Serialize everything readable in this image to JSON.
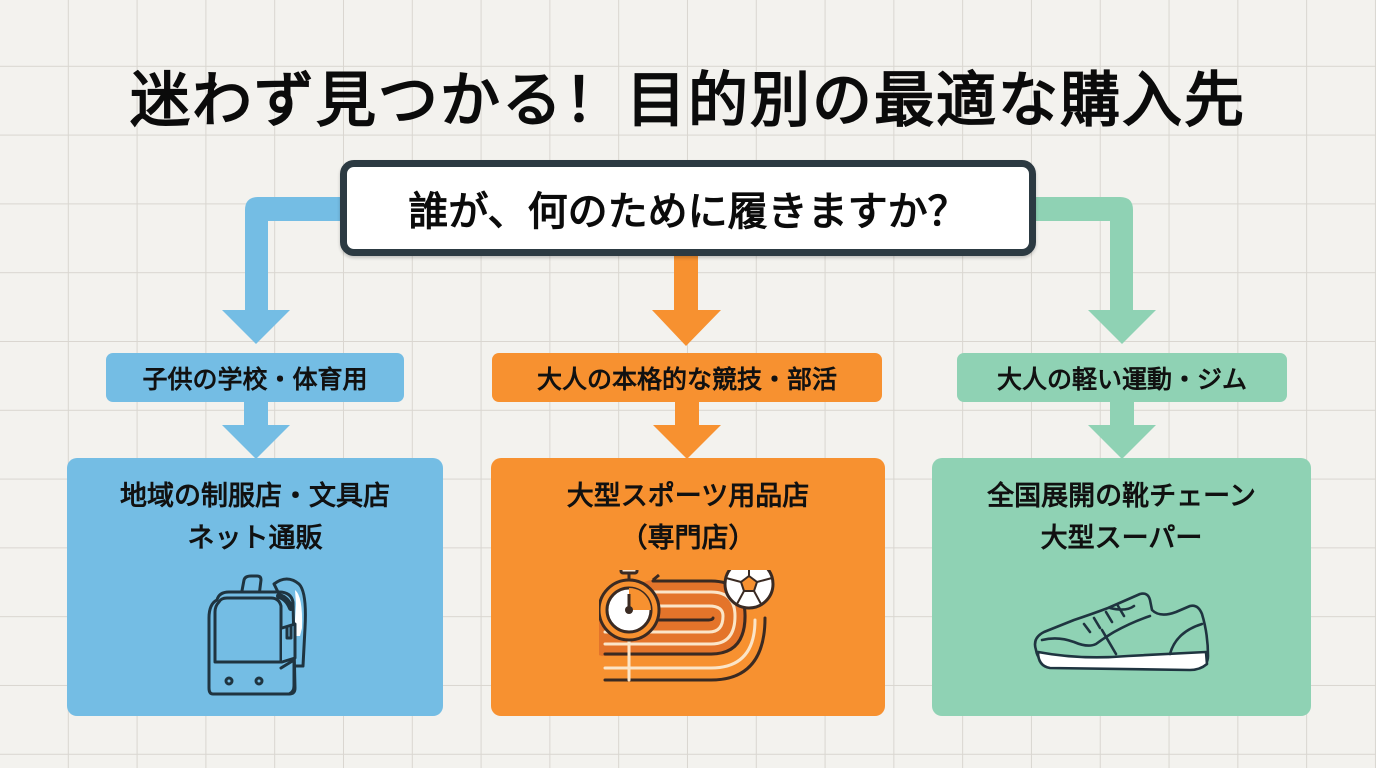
{
  "title": "迷わず見つかる！目的別の最適な購入先",
  "question": "誰が、何のために履きますか？",
  "colors": {
    "background": "#f3f2ee",
    "grid": "#d9d6d0",
    "blue": "#74bde4",
    "orange": "#f79130",
    "green": "#8fd2b4",
    "question_border": "#2c3a42",
    "icon_stroke": "#1f3440"
  },
  "branches": [
    {
      "id": "child",
      "color": "blue",
      "label": "子供の学校・体育用",
      "store_lines": [
        "地域の制服店・文具店",
        "ネット通販"
      ],
      "icon": "school-backpack-icon"
    },
    {
      "id": "competition",
      "color": "orange",
      "label": "大人の本格的な競技・部活",
      "store_lines": [
        "大型スポーツ用品店",
        "（専門店）"
      ],
      "icon": "stopwatch-track-soccer-icon"
    },
    {
      "id": "light-exercise",
      "color": "green",
      "label": "大人の軽い運動・ジム",
      "store_lines": [
        "全国展開の靴チェーン",
        "大型スーパー"
      ],
      "icon": "sneaker-icon"
    }
  ]
}
